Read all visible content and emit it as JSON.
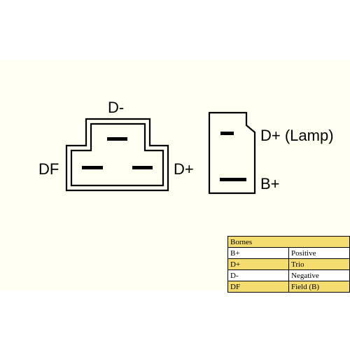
{
  "connector_left": {
    "top_label": "D-",
    "left_label": "DF",
    "right_label": "D+"
  },
  "connector_right": {
    "upper_label": "D+ (Lamp)",
    "lower_label": "B+"
  },
  "legend": {
    "title": "Bornes",
    "rows": [
      {
        "terminal": "B+",
        "description": "Positive"
      },
      {
        "terminal": "D+",
        "description": "Trio"
      },
      {
        "terminal": "D-",
        "description": "Negative"
      },
      {
        "terminal": "DF",
        "description": "Field (B)"
      }
    ]
  },
  "colors": {
    "background": "#fffff2",
    "legend_highlight": "#f5dc6e",
    "line": "#000000"
  }
}
